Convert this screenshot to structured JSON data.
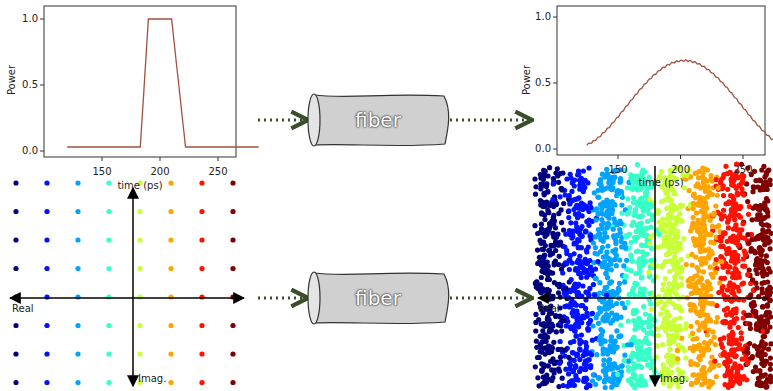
{
  "diagram": {
    "nodes": [
      {
        "text": [
          "fiber"
        ]
      },
      {
        "text": [
          "fiber"
        ]
      }
    ],
    "labels": [
      "1.0",
      "0.5",
      "0.0",
      "Power",
      "150",
      "200",
      "250",
      "time (ps)",
      "1.0",
      "0.5",
      "0.0",
      "Power",
      "150",
      "200",
      "250",
      "time (ps)",
      "Real",
      "Imag.",
      "Real",
      "Imag."
    ]
  }
}
